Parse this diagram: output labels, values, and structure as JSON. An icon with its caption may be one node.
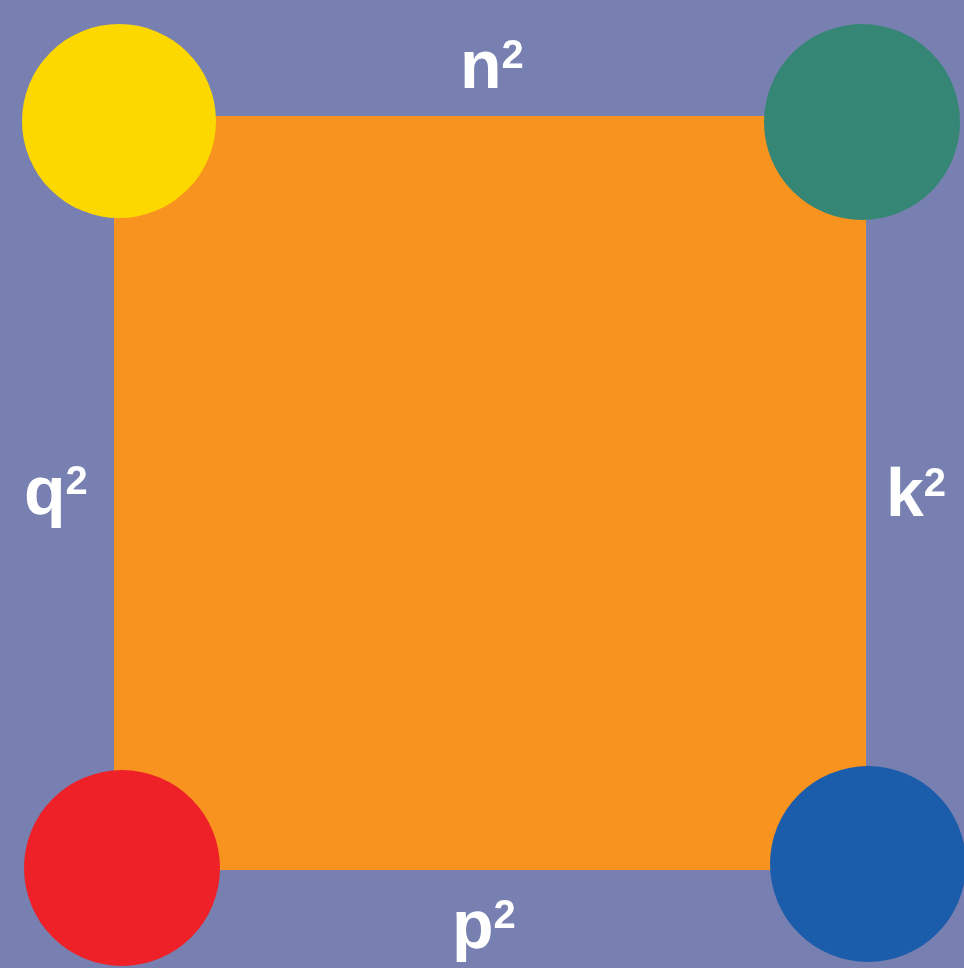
{
  "diagram": {
    "nodes": [
      {
        "text": [],
        "shape": "box"
      },
      {
        "text": [],
        "shape": "circle"
      },
      {
        "text": [],
        "shape": "circle"
      },
      {
        "text": [],
        "shape": "circle"
      },
      {
        "text": [],
        "shape": "circle"
      }
    ],
    "labels": [
      "n$^{2}$",
      "q$^{2}$",
      "k$^{2}$",
      "p$^{2}$"
    ]
  }
}
